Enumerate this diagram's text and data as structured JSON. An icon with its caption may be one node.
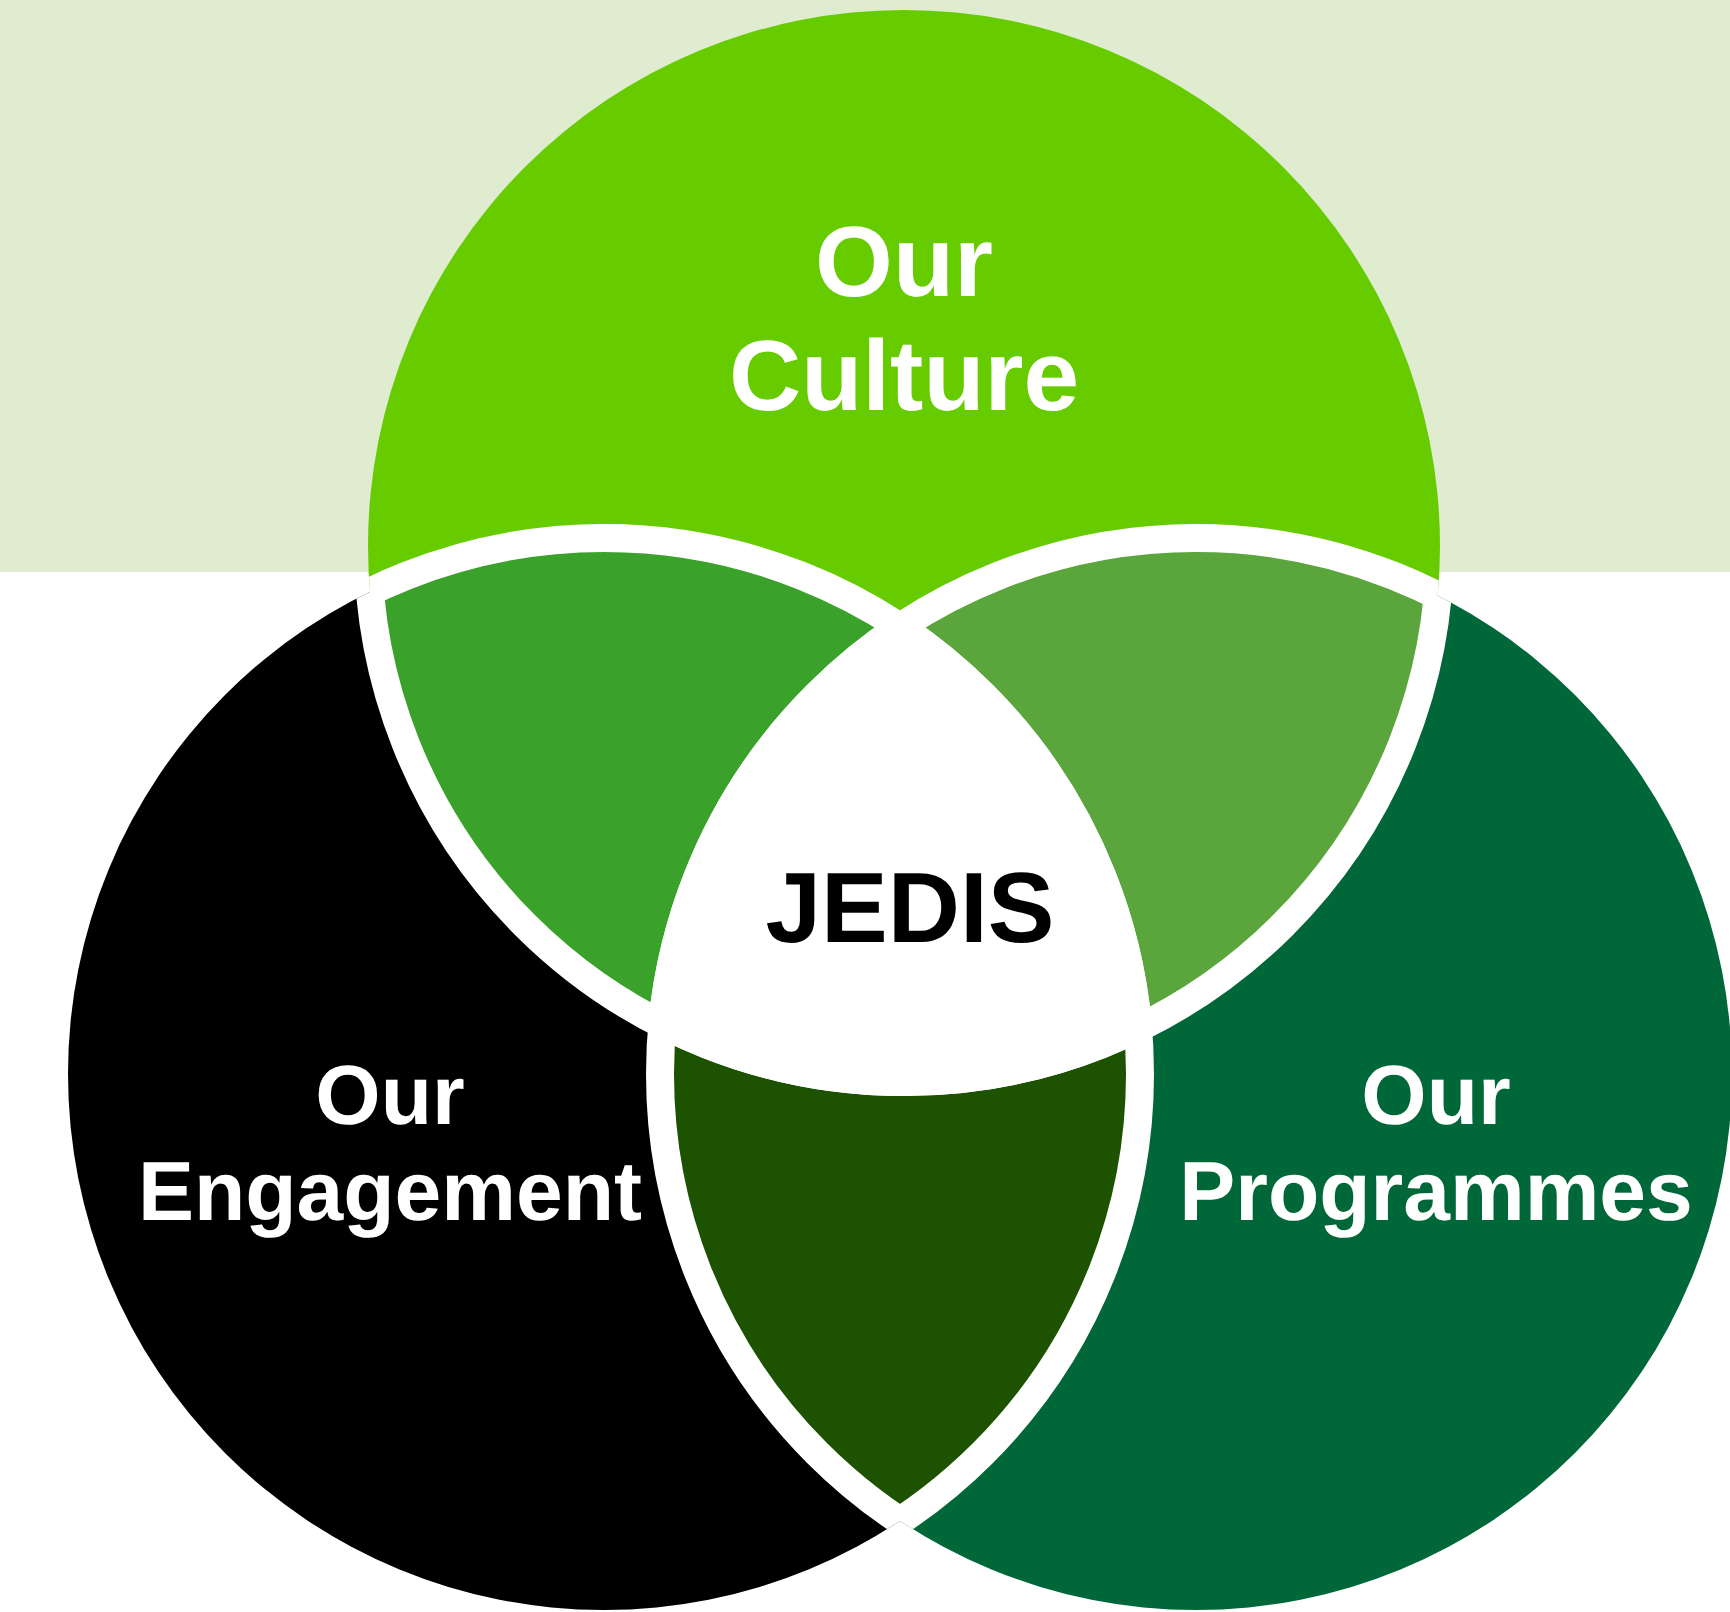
{
  "diagram": {
    "nodes": [
      {
        "text": [
          "Our Culture"
        ]
      },
      {
        "text": [
          "Our Engagement"
        ]
      },
      {
        "text": [
          "Our Programmes"
        ]
      },
      {
        "text": [
          "JEDIS"
        ]
      }
    ]
  }
}
